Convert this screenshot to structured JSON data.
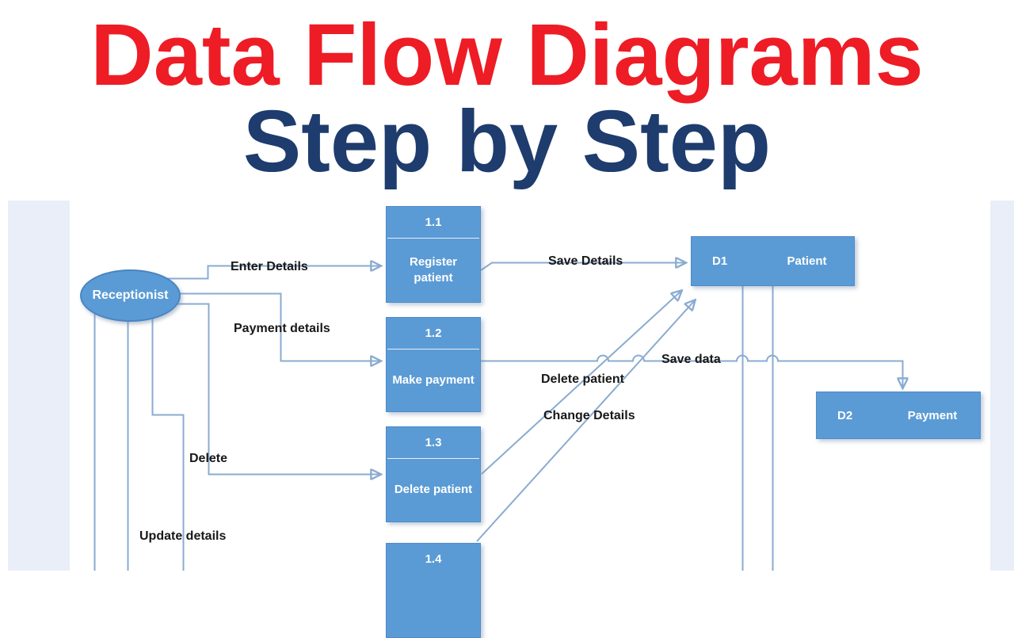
{
  "title": {
    "line1": "Data Flow Diagrams",
    "line2": "Step by Step",
    "line1_color": "#ee1c25",
    "line2_color": "#1e3c6d"
  },
  "diagram": {
    "external_entity": {
      "label": "Receptionist"
    },
    "processes": [
      {
        "id": "1.1",
        "name": "Register patient"
      },
      {
        "id": "1.2",
        "name": "Make payment"
      },
      {
        "id": "1.3",
        "name": "Delete patient"
      },
      {
        "id": "1.4",
        "name": ""
      }
    ],
    "data_stores": [
      {
        "id": "D1",
        "name": "Patient"
      },
      {
        "id": "D2",
        "name": "Payment"
      }
    ],
    "flows": [
      {
        "label": "Enter Details"
      },
      {
        "label": "Save Details"
      },
      {
        "label": "Payment details"
      },
      {
        "label": "Save data"
      },
      {
        "label": "Delete patient"
      },
      {
        "label": "Change Details"
      },
      {
        "label": "Delete"
      },
      {
        "label": "Update details"
      }
    ],
    "colors": {
      "shape_fill": "#5b9bd5",
      "shape_border": "#4a85c2",
      "connector": "#8aabd0",
      "arrowhead": "#4e86c6",
      "label_text": "#181818",
      "shape_text": "#ffffff",
      "panel_bg": "#e9eef8",
      "canvas_bg": "#ffffff"
    }
  }
}
